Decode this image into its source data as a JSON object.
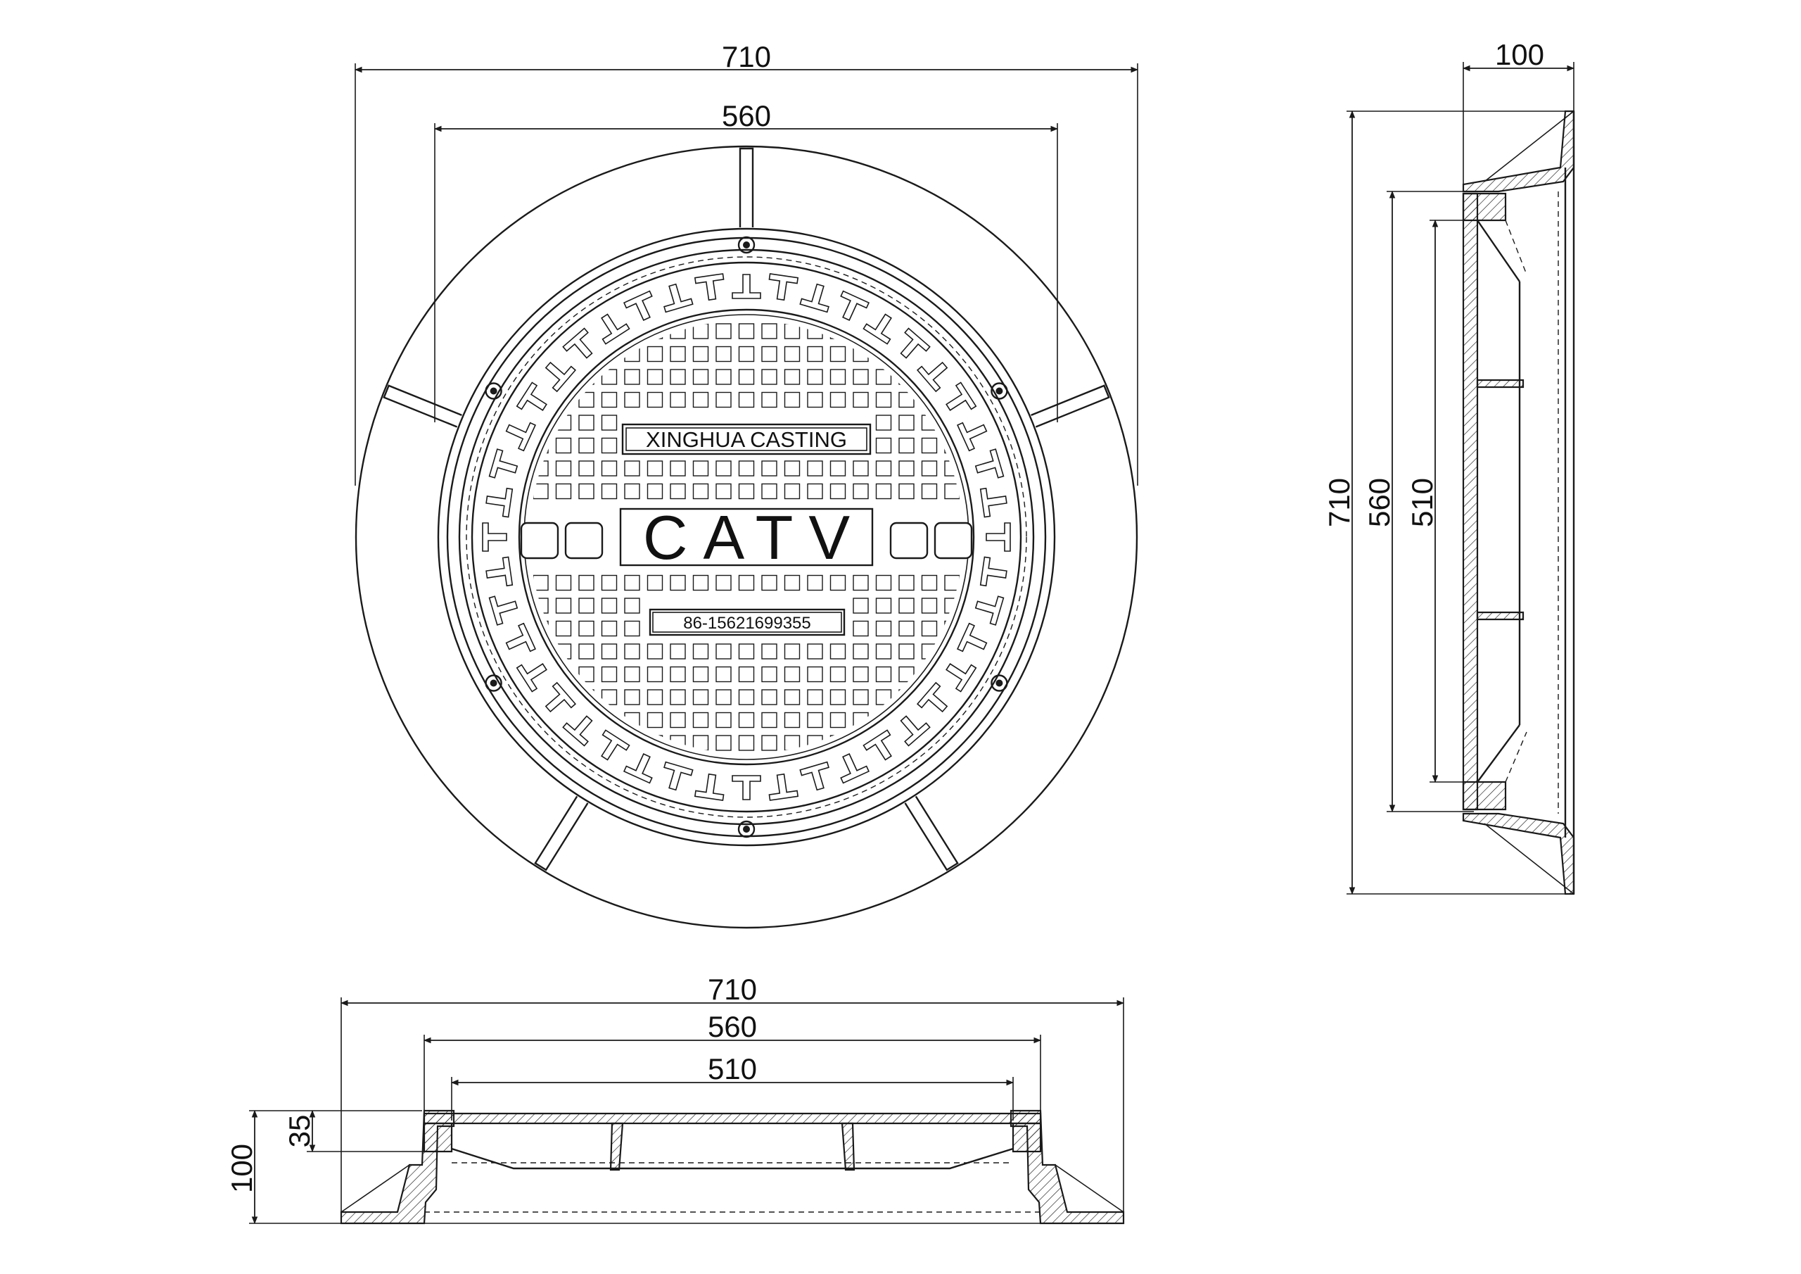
{
  "plan_view": {
    "outer_diameter": "710",
    "frame_diameter": "560",
    "logo_text": "XINGHUA CASTING",
    "title_text": "CATV",
    "phone_text": "86-15621699355"
  },
  "side_view": {
    "height": "100",
    "outer_diameter": "710",
    "frame_diameter": "560",
    "clear_opening": "510"
  },
  "section_view": {
    "outer_diameter": "710",
    "frame_diameter": "560",
    "clear_opening": "510",
    "total_height": "100",
    "cover_thickness": "35"
  }
}
